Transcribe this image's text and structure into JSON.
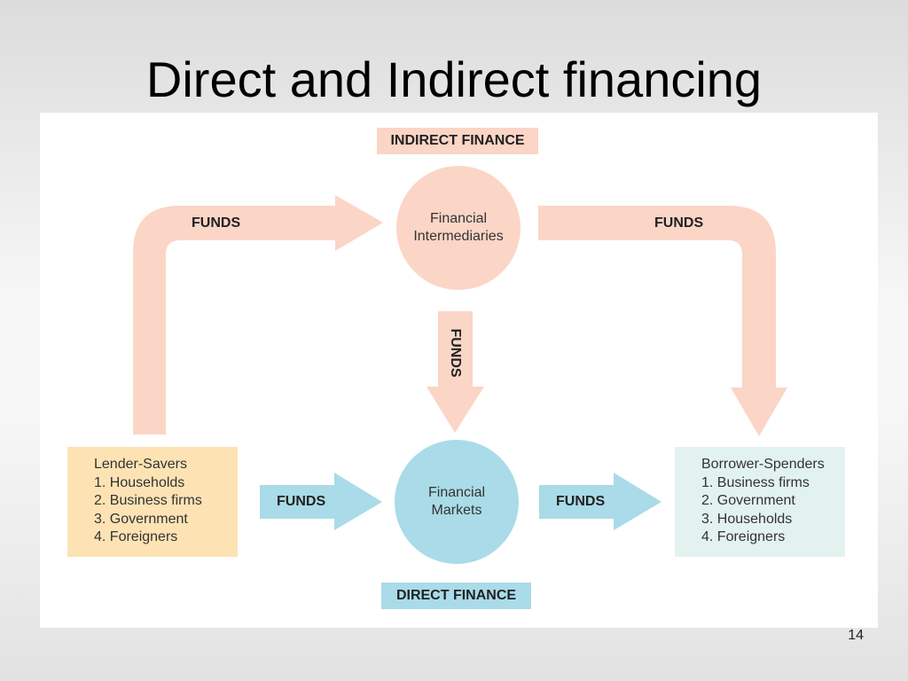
{
  "slide": {
    "title": "Direct and Indirect financing",
    "page_number": "14"
  },
  "diagram": {
    "indirect_label": "INDIRECT FINANCE",
    "direct_label": "DIRECT FINANCE",
    "intermediaries": {
      "line1": "Financial",
      "line2": "Intermediaries"
    },
    "markets": {
      "line1": "Financial",
      "line2": "Markets"
    },
    "lender_savers": {
      "title": "Lender-Savers",
      "items": [
        "1. Households",
        "2. Business firms",
        "3. Government",
        "4. Foreigners"
      ]
    },
    "borrower_spenders": {
      "title": "Borrower-Spenders",
      "items": [
        "1. Business firms",
        "2. Government",
        "3. Households",
        "4. Foreigners"
      ]
    },
    "funds_labels": {
      "left_top": "FUNDS",
      "right_top": "FUNDS",
      "center_vertical": "FUNDS",
      "left_bottom": "FUNDS",
      "right_bottom": "FUNDS"
    },
    "colors": {
      "indirect": "#fbd5c6",
      "direct": "#a9dbe8",
      "lenders": "#fde3b4",
      "borrowers": "#e2f2ef"
    }
  }
}
